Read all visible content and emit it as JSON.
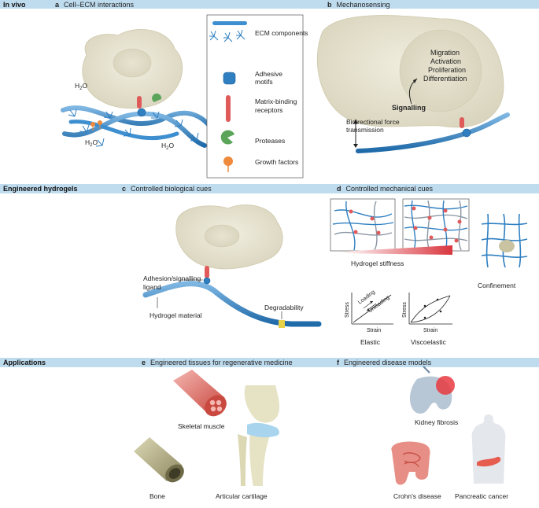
{
  "sections": {
    "in_vivo": "In vivo",
    "engineered_hydrogels": "Engineered hydrogels",
    "applications": "Applications"
  },
  "panels": {
    "a": {
      "letter": "a",
      "title": "Cell–ECM interactions"
    },
    "b": {
      "letter": "b",
      "title": "Mechanosensing"
    },
    "c": {
      "letter": "c",
      "title": "Controlled biological cues"
    },
    "d": {
      "letter": "d",
      "title": "Controlled mechanical cues"
    },
    "e": {
      "letter": "e",
      "title": "Engineered tissues for regenerative medicine"
    },
    "f": {
      "letter": "f",
      "title": "Engineered disease models"
    }
  },
  "legend": {
    "ecm": "ECM components",
    "adhesive_1": "Adhesive",
    "adhesive_2": "motifs",
    "receptors_1": "Matrix-binding",
    "receptors_2": "receptors",
    "proteases": "Proteases",
    "growth_factors": "Growth factors"
  },
  "panel_a": {
    "water": "H",
    "water_sub": "2",
    "water_o": "O"
  },
  "panel_b": {
    "outcomes": [
      "Migration",
      "Activation",
      "Proliferation",
      "Differentiation"
    ],
    "signalling": "Signalling",
    "force_1": "Bidirectional force",
    "force_2": "transmission"
  },
  "panel_c": {
    "ligand_1": "Adhesion/signalling",
    "ligand_2": "ligand",
    "material": "Hydrogel material",
    "degradability": "Degradability"
  },
  "panel_d": {
    "stiffness": "Hydrogel stiffness",
    "confinement": "Confinement",
    "stress": "Stress",
    "strain": "Strain",
    "loading": "Loading",
    "unloading": "Unloading",
    "elastic": "Elastic",
    "viscoelastic": "Viscoelastic"
  },
  "panel_e": {
    "skeletal_muscle": "Skeletal muscle",
    "bone": "Bone",
    "cartilage": "Articular cartilage"
  },
  "panel_f": {
    "kidney": "Kidney fibrosis",
    "crohns": "Crohn's disease",
    "pancreatic": "Pancreatic cancer"
  },
  "colors": {
    "band": "#bfdcef",
    "fiber": "#2f7fc1",
    "fiber_light": "#8fc0e6",
    "cell": "#e8e4d2",
    "receptor": "#e05a5a",
    "adhesive": "#2f7fc1",
    "protease": "#5aa55a",
    "growth": "#ef8a3c"
  }
}
